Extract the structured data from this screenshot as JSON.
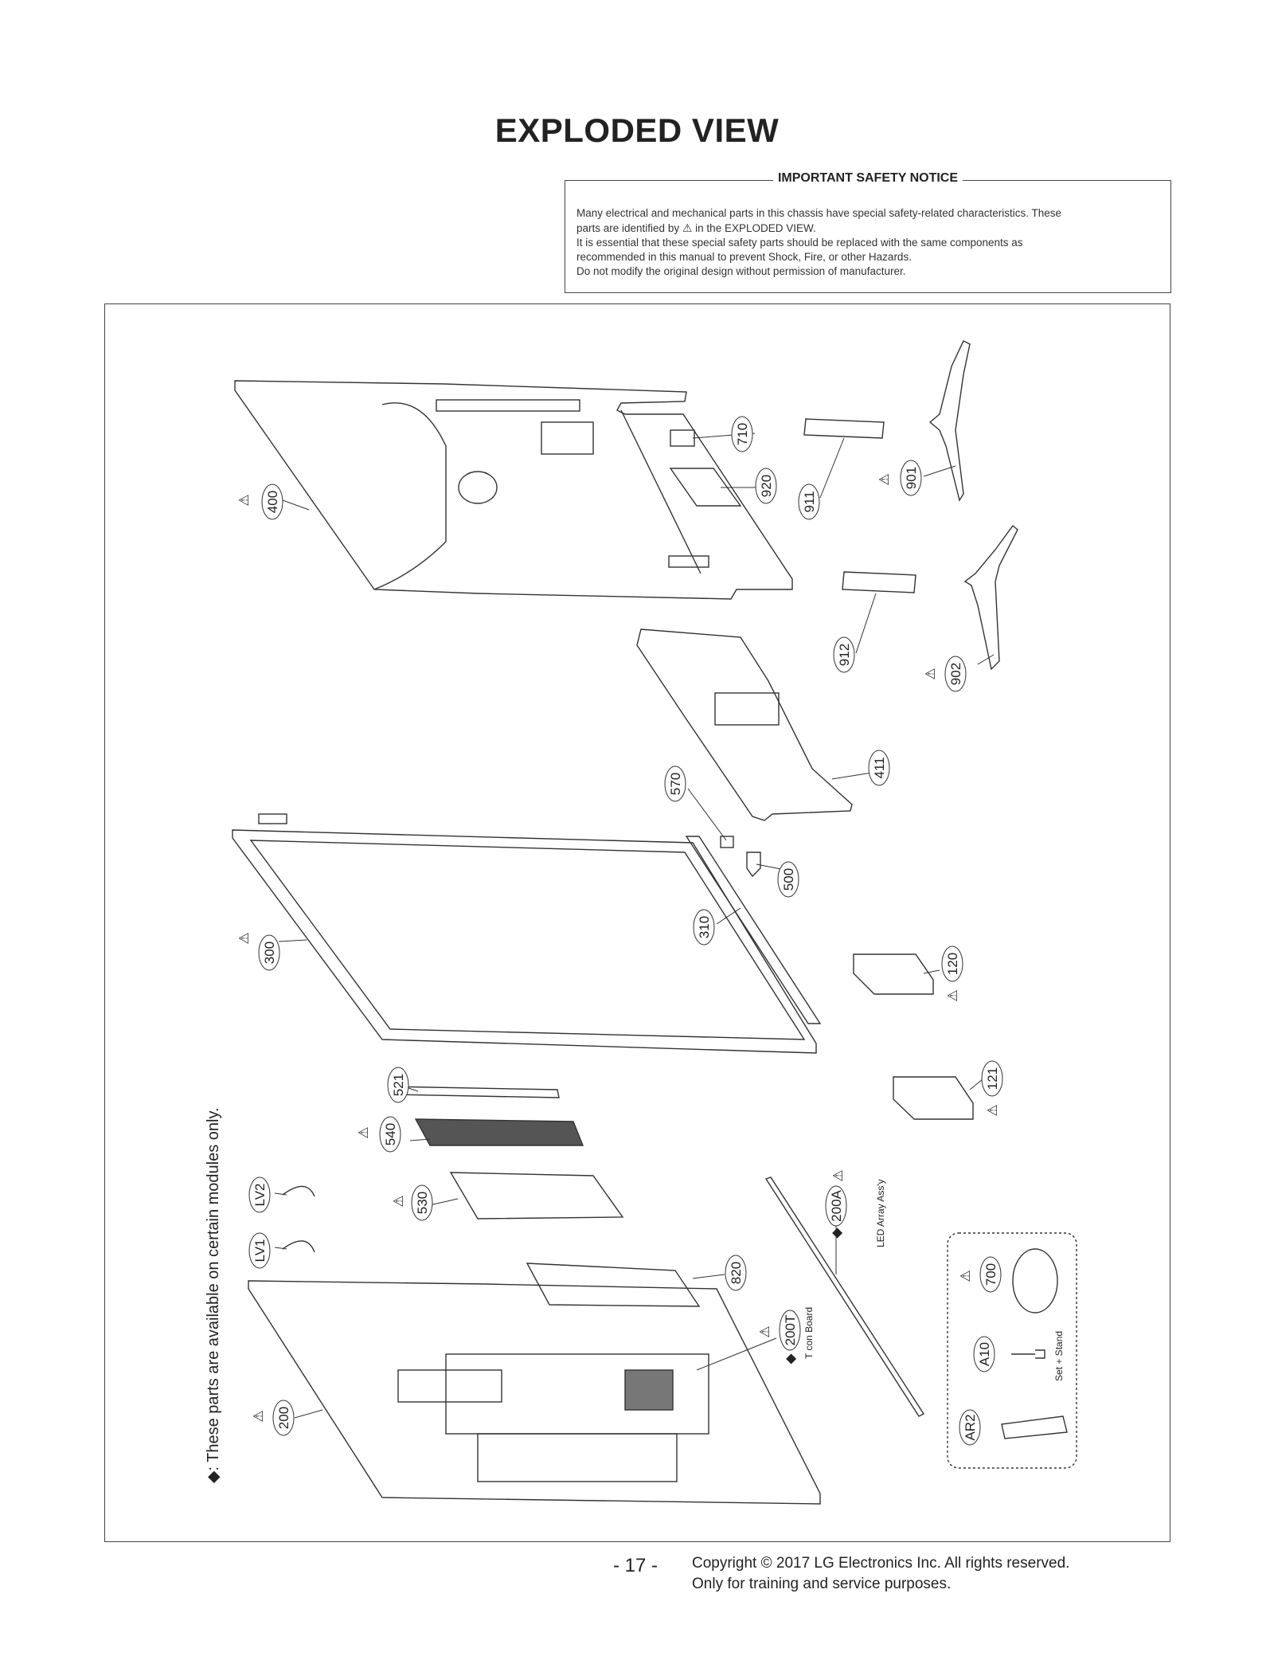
{
  "title": "EXPLODED VIEW",
  "notice": {
    "heading": "IMPORTANT SAFETY NOTICE",
    "line1": "Many electrical and mechanical parts in this chassis have special safety-related characteristics. These",
    "line2_pre": "parts are identified by",
    "line2_post": "in the EXPLODED VIEW.",
    "line3": "It is essential that these special safety parts should be replaced with the same components as",
    "line4": "recommended in this manual to prevent Shock, Fire, or other Hazards.",
    "line5": "Do not modify the original design without permission of manufacturer."
  },
  "side_note": "◆: These parts are available on certain modules only.",
  "labels": {
    "p400": "400",
    "p710": "710",
    "p920": "920",
    "p911": "911",
    "p901": "901",
    "p912": "912",
    "p902": "902",
    "p411": "411",
    "p570": "570",
    "p500": "500",
    "p310": "310",
    "p300": "300",
    "p120": "120",
    "p121": "121",
    "p521": "521",
    "p540": "540",
    "p530": "530",
    "pLV2": "LV2",
    "pLV1": "LV1",
    "p200A": "200A",
    "p820": "820",
    "p200T": "200T",
    "p200": "200",
    "p700": "700",
    "pA10": "A10",
    "pAR2": "AR2"
  },
  "annotations": {
    "led_array": "LED Array Ass'y",
    "tcon_board": "T con Board",
    "set_stand": "Set + Stand"
  },
  "footer": {
    "page": "- 17 -",
    "copyright": "Copyright © 2017 LG Electronics Inc. All rights reserved.",
    "training": "Only for training and service purposes."
  }
}
